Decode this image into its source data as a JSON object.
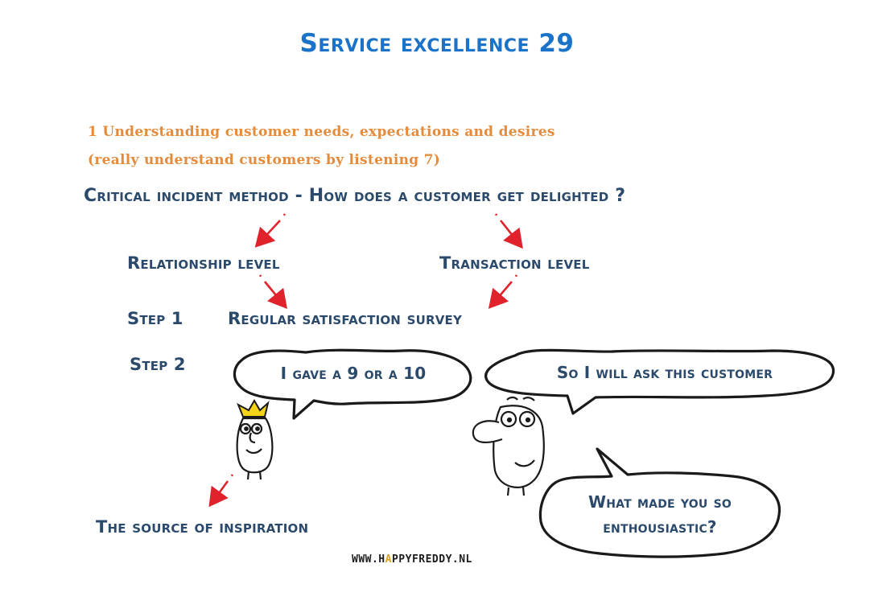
{
  "title": "Service excellence 29",
  "subtitle_line1": "1 Understanding customer needs, expectations and desires",
  "subtitle_line2": "(really understand customers by listening 7)",
  "method_heading": "Critical incident method  - How does a customer get delighted ?",
  "levels": {
    "relationship": "Relationship level",
    "transaction": "Transaction level"
  },
  "steps": {
    "step1_label": "Step 1",
    "step1_text": "Regular satisfaction survey",
    "step2_label": "Step 2"
  },
  "bubbles": {
    "left": "I gave a 9 or a 10",
    "right": "So I will ask this customer",
    "question_line1": "What made you so",
    "question_line2": "enthousiastic?"
  },
  "source_text": "The source of inspiration",
  "footer_url": {
    "prefix": "WWW.H",
    "a": "A",
    "suffix": "PPYFREDDY.NL"
  },
  "colors": {
    "title": "#1a73c9",
    "subtitle": "#e58b3c",
    "heading": "#2b4a6b",
    "arrow": "#e0222c",
    "crown": "#f4d419"
  }
}
